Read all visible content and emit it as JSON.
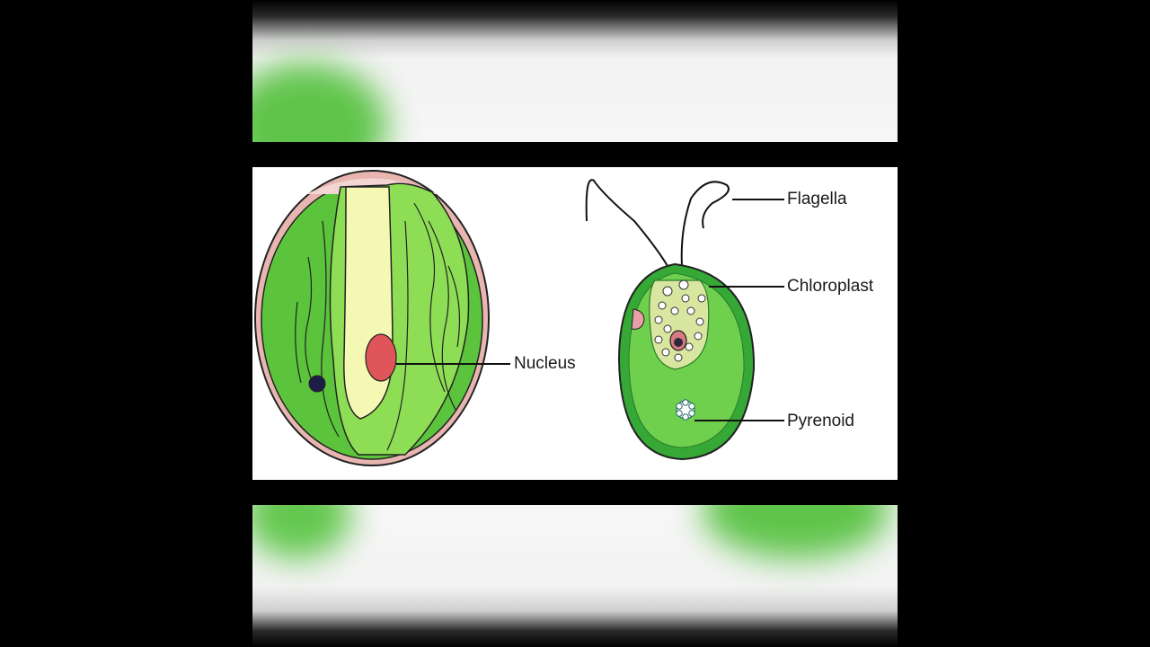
{
  "diagram": {
    "labels": {
      "nucleus": "Nucleus",
      "flagella": "Flagella",
      "chloroplast": "Chloroplast",
      "pyrenoid": "Pyrenoid"
    }
  },
  "colors": {
    "cell_green": "#5bc43c",
    "light_green": "#8ede55",
    "pale_yellow": "#f4f8b2",
    "nucleus_red": "#e0555a",
    "cell_wall_pink": "#e8b5b0"
  }
}
